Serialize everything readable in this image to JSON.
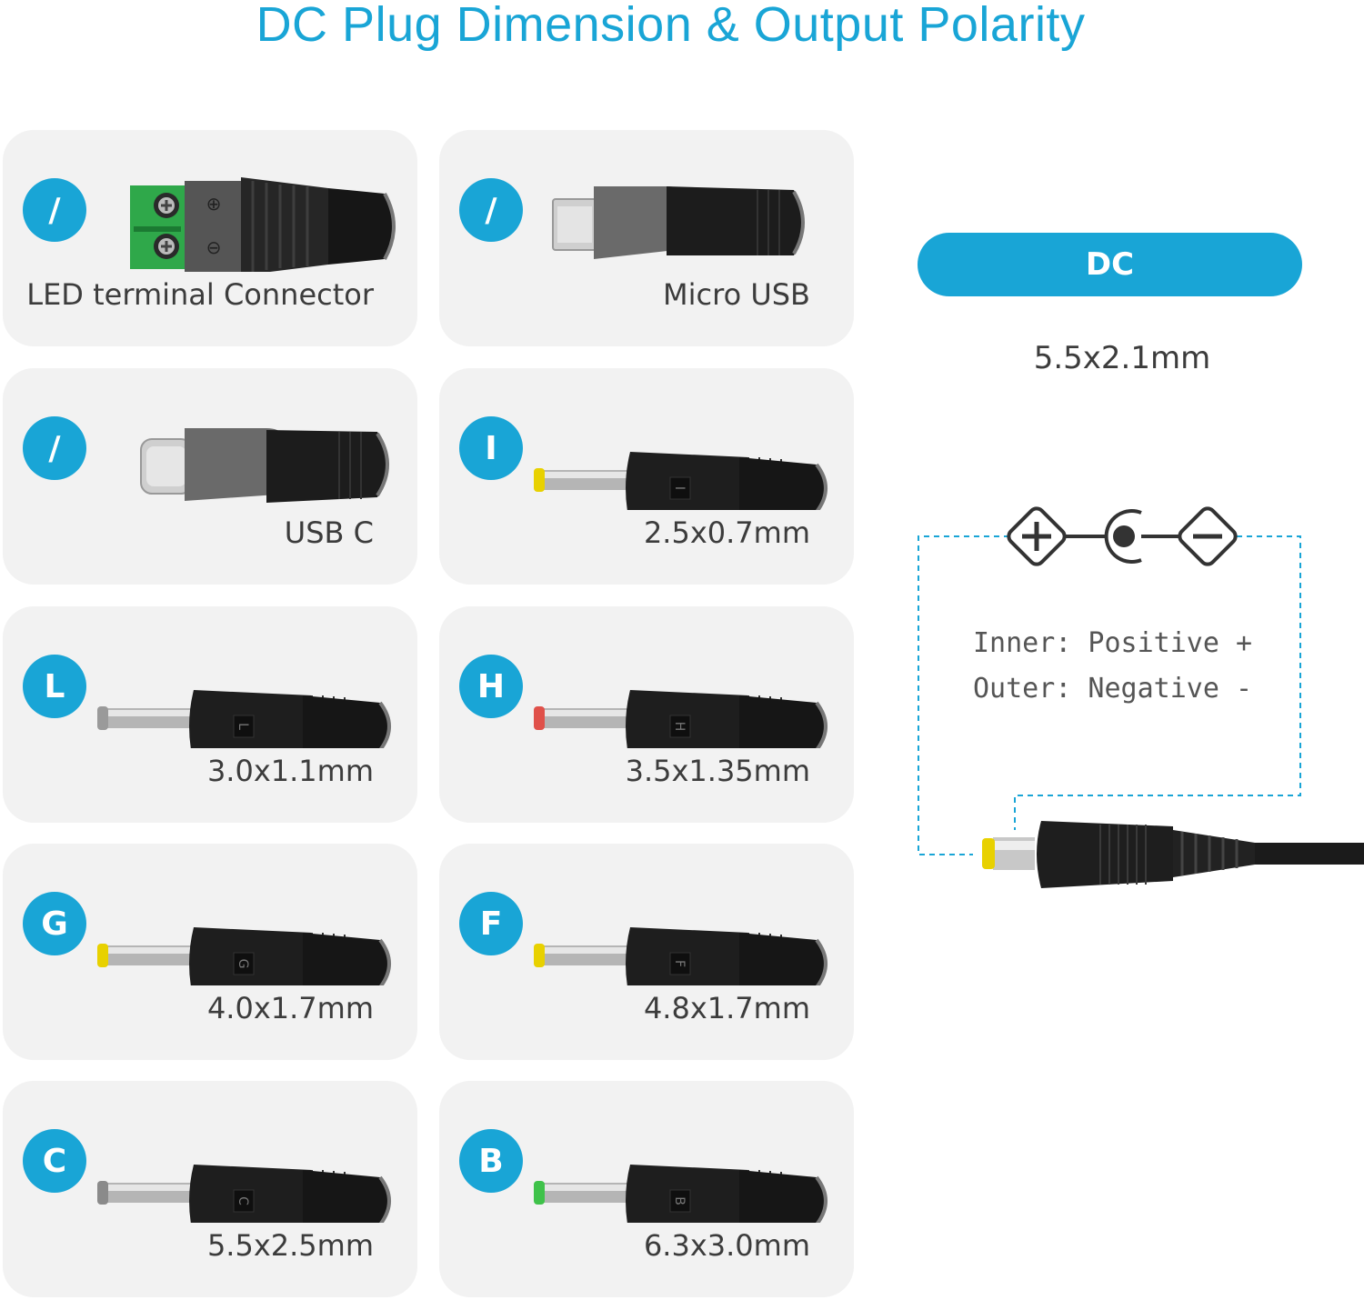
{
  "title": "DC Plug Dimension & Output Polarity",
  "colors": {
    "accent": "#19a5d6",
    "card": "#f2f2f2",
    "text": "#3c3c3c"
  },
  "plugs": [
    {
      "badge": "/",
      "label": "LED terminal Connector",
      "type": "terminal"
    },
    {
      "badge": "/",
      "label": "Micro USB",
      "type": "micro-usb"
    },
    {
      "badge": "/",
      "label": "USB C",
      "type": "usb-c"
    },
    {
      "badge": "I",
      "label": "2.5x0.7mm",
      "type": "barrel",
      "tip_color": "#e8d100",
      "letter": "I"
    },
    {
      "badge": "L",
      "label": "3.0x1.1mm",
      "type": "barrel",
      "tip_color": "#9a9a9a",
      "letter": "L"
    },
    {
      "badge": "H",
      "label": "3.5x1.35mm",
      "type": "barrel",
      "tip_color": "#e0514a",
      "letter": "H"
    },
    {
      "badge": "G",
      "label": "4.0x1.7mm",
      "type": "barrel",
      "tip_color": "#e8d100",
      "letter": "G"
    },
    {
      "badge": "F",
      "label": "4.8x1.7mm",
      "type": "barrel",
      "tip_color": "#e8d100",
      "letter": "F"
    },
    {
      "badge": "C",
      "label": "5.5x2.5mm",
      "type": "barrel",
      "tip_color": "#8a8a8a",
      "letter": "C"
    },
    {
      "badge": "B",
      "label": "6.3x3.0mm",
      "type": "barrel",
      "tip_color": "#3fc24a",
      "letter": "B"
    }
  ],
  "dc": {
    "label": "DC",
    "size": "5.5x2.1mm",
    "inner": "Inner: Positive +",
    "outer": "Outer: Negative -"
  },
  "icons": [
    "plus-diamond-icon",
    "center-pin-icon",
    "minus-diamond-icon"
  ]
}
